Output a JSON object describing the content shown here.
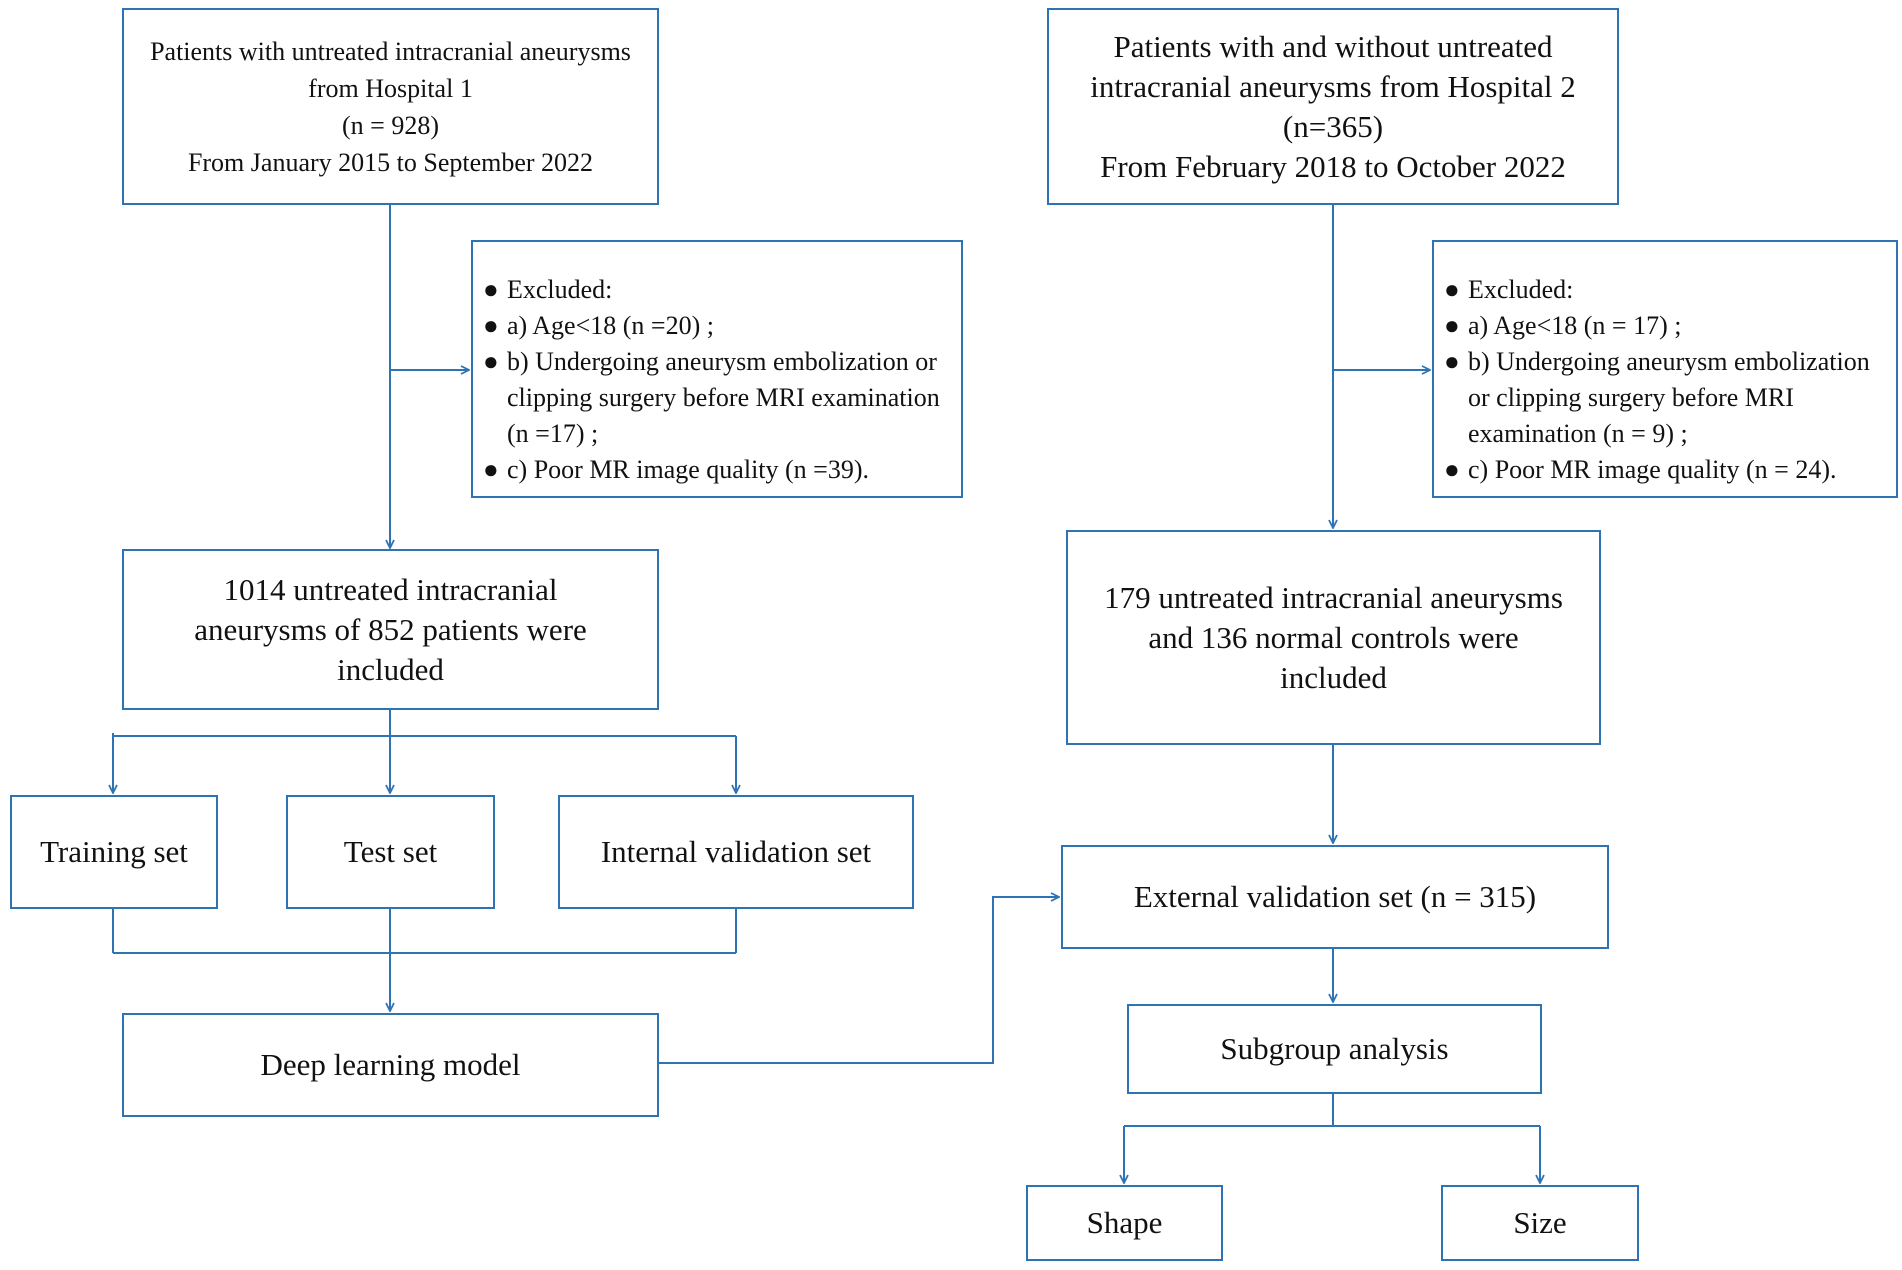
{
  "colors": {
    "border": "#2e74b5",
    "arrow": "#2e74b5",
    "text": "#111111"
  },
  "hospital1": {
    "lines": [
      "Patients with untreated intracranial aneurysms",
      "from Hospital 1",
      "(n = 928)",
      "From January 2015 to September 2022"
    ]
  },
  "hospital2": {
    "lines": [
      "Patients with and without untreated",
      "intracranial aneurysms from Hospital 2",
      "(n=365)",
      "From February 2018 to October 2022"
    ]
  },
  "excluded1": {
    "rows": [
      {
        "bullet": "●",
        "text": "Excluded:"
      },
      {
        "bullet": "●",
        "text": "a) Age<18 (n =20) ;"
      },
      {
        "bullet": "●",
        "text": "b) Undergoing aneurysm embolization  or"
      },
      {
        "bullet": "",
        "text": "clipping surgery before MRI  examination"
      },
      {
        "bullet": "",
        "text": "(n =17) ;"
      },
      {
        "bullet": "●",
        "text": "c) Poor MR image quality (n =39)."
      }
    ]
  },
  "excluded2": {
    "rows": [
      {
        "bullet": "●",
        "text": "Excluded:"
      },
      {
        "bullet": "●",
        "text": "a) Age<18 (n = 17) ;"
      },
      {
        "bullet": "●",
        "text": "b) Undergoing aneurysm embolization"
      },
      {
        "bullet": "",
        "text": "or clipping surgery before MRI"
      },
      {
        "bullet": "",
        "text": "examination (n = 9) ;"
      },
      {
        "bullet": "●",
        "text": "c) Poor MR image quality (n = 24)."
      }
    ]
  },
  "included1": {
    "lines": [
      "1014 untreated intracranial",
      "aneurysms of 852 patients were",
      "included"
    ]
  },
  "included2": {
    "lines": [
      "179 untreated intracranial aneurysms",
      "and 136 normal controls were",
      "included"
    ]
  },
  "training_set": {
    "label": "Training set"
  },
  "test_set": {
    "label": "Test set"
  },
  "internal_validation": {
    "label": "Internal validation set"
  },
  "deep_learning": {
    "label": "Deep learning model"
  },
  "external_validation": {
    "label": "External validation set (n = 315)"
  },
  "subgroup": {
    "label": "Subgroup analysis"
  },
  "shape": {
    "label": "Shape"
  },
  "size": {
    "label": "Size"
  }
}
